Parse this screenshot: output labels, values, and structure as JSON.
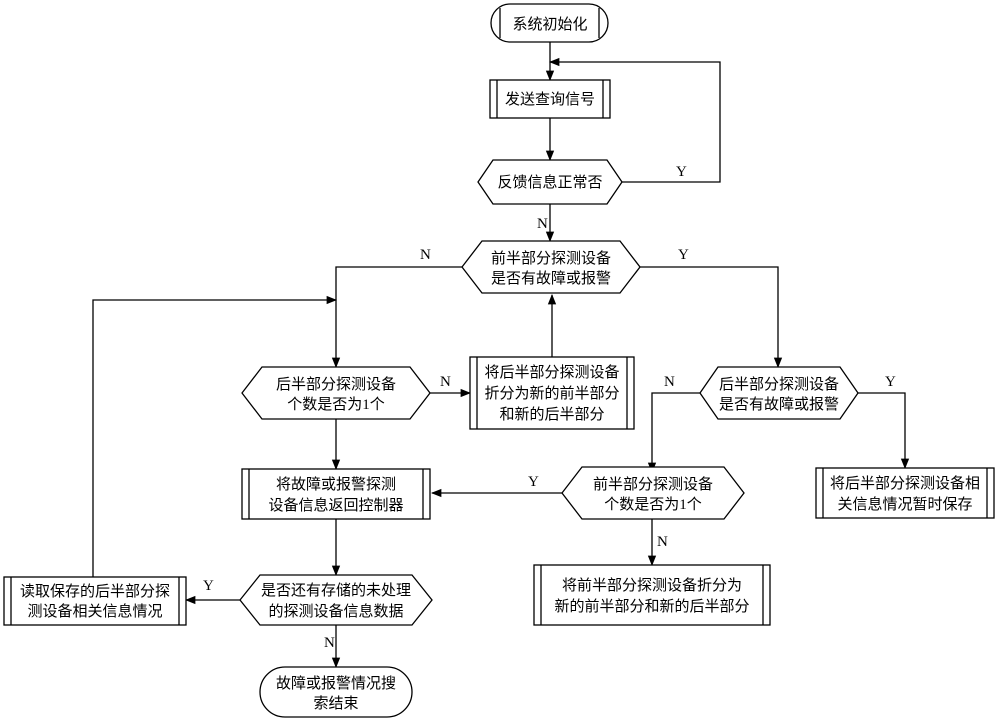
{
  "nodes": {
    "start": "系统初始化",
    "send_query": "发送查询信号",
    "feedback_normal": "反馈信息正常否",
    "front_fault": [
      "前半部分探测设备",
      "是否有故障或报警"
    ],
    "rear_count_one": [
      "后半部分探测设备",
      "个数是否为1个"
    ],
    "split_rear": [
      "将后半部分探测设备",
      "折分为新的前半部分",
      "和新的后半部分"
    ],
    "rear_fault": [
      "后半部分探测设备",
      "是否有故障或报警"
    ],
    "return_controller": [
      "将故障或报警探测",
      "设备信息返回控制器"
    ],
    "front_count_one": [
      "前半部分探测设备",
      "个数是否为1个"
    ],
    "save_rear": [
      "将后半部分探测设备相",
      "关信息情况暂时保存"
    ],
    "split_front": [
      "将前半部分探测设备折分为",
      "新的前半部分和新的后半部分"
    ],
    "read_saved": [
      "读取保存的后半部分探",
      "测设备相关信息情况"
    ],
    "pending_data": [
      "是否还有存储的未处理",
      "的探测设备信息数据"
    ],
    "end": [
      "故障或报警情况搜",
      "索结束"
    ]
  },
  "labels": {
    "feedback_yes": "Y",
    "feedback_no": "N",
    "front_fault_no": "N",
    "front_fault_yes": "Y",
    "rear_count_no": "N",
    "rear_fault_no": "N",
    "rear_fault_yes": "Y",
    "front_count_yes": "Y",
    "front_count_no": "N",
    "pending_yes": "Y",
    "pending_no": "N"
  }
}
